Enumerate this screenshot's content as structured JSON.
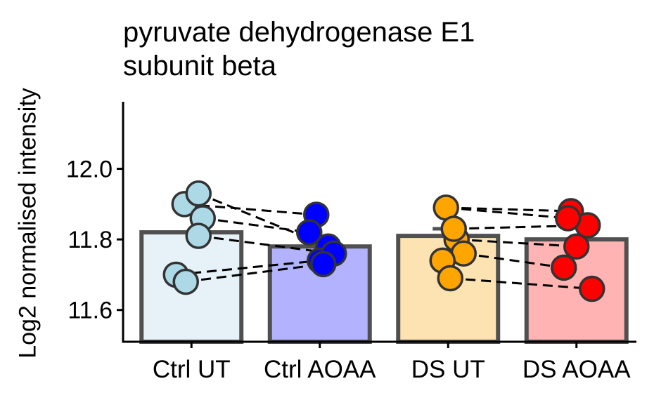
{
  "chart_data": {
    "type": "bar",
    "title_lines": [
      "pyruvate dehydrogenase E1",
      "subunit beta"
    ],
    "xlabel": "",
    "ylabel": "Log2 normalised intensity",
    "ylim": [
      11.51,
      12.19
    ],
    "yticks": [
      "11.6",
      "11.8",
      "12.0"
    ],
    "categories": [
      "Ctrl UT",
      "Ctrl AOAA",
      "DS UT",
      "DS AOAA"
    ],
    "bar_values": [
      11.82,
      11.78,
      11.81,
      11.8
    ],
    "bar_fills": [
      "#e6f2f8",
      "#b2b2ff",
      "#fde3b1",
      "#ffb3b3"
    ],
    "point_colors": [
      "#add8e6",
      "#0000ff",
      "#ffa500",
      "#ff0000"
    ],
    "error_bars": [
      {
        "low": 11.82,
        "high": 11.82
      },
      {
        "low": 11.78,
        "high": 11.78
      },
      {
        "low": 11.81,
        "high": 11.83
      },
      {
        "low": 11.8,
        "high": 11.8
      }
    ],
    "points": [
      [
        11.9,
        11.93,
        11.86,
        11.81,
        11.7,
        11.68
      ],
      [
        11.87,
        11.82,
        11.78,
        11.74,
        11.76,
        11.73
      ],
      [
        11.89,
        11.8,
        11.76,
        11.74,
        11.69,
        11.83
      ],
      [
        11.88,
        11.84,
        11.78,
        11.72,
        11.86,
        11.66
      ]
    ],
    "pairings": [
      {
        "from": 0,
        "to": 1,
        "pairs": [
          [
            11.9,
            11.87
          ],
          [
            11.93,
            11.78
          ],
          [
            11.86,
            11.82
          ],
          [
            11.81,
            11.76
          ],
          [
            11.7,
            11.74
          ],
          [
            11.68,
            11.73
          ]
        ]
      },
      {
        "from": 2,
        "to": 3,
        "pairs": [
          [
            11.89,
            11.88
          ],
          [
            11.89,
            11.86
          ],
          [
            11.83,
            11.84
          ],
          [
            11.8,
            11.78
          ],
          [
            11.76,
            11.72
          ],
          [
            11.69,
            11.66
          ]
        ]
      }
    ]
  }
}
